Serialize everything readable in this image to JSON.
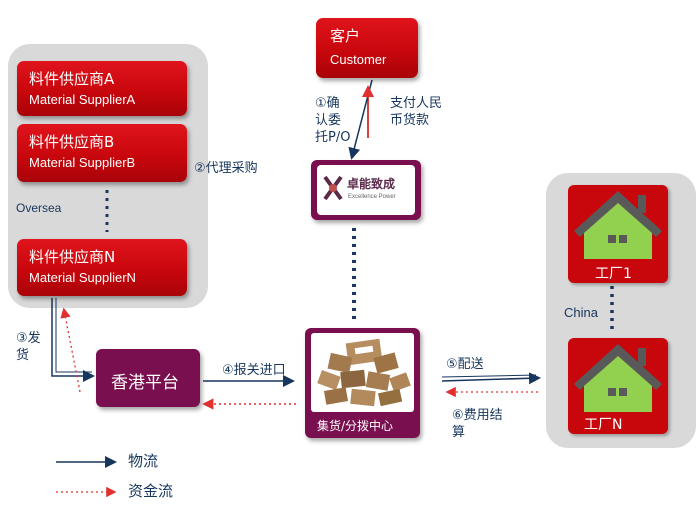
{
  "customer": {
    "cn": "客户",
    "en": "Customer"
  },
  "suppliers": [
    {
      "cn": "料件供应商A",
      "en": "Material SupplierA"
    },
    {
      "cn": "料件供应商B",
      "en": "Material SupplierB"
    },
    {
      "cn": "料件供应商N",
      "en": "Material SupplierN"
    }
  ],
  "oversea_label": "Oversea",
  "china_label": "China",
  "company_logo": {
    "cn": "卓能致成",
    "en": "Excellence Power"
  },
  "hk_platform": "香港平台",
  "distribution_center": "集货/分拨中心",
  "factories": [
    "工厂1",
    "工厂N"
  ],
  "steps": {
    "confirm_po": [
      "①确",
      "认委",
      "托P/O"
    ],
    "pay": [
      "支付人民",
      "币货款"
    ],
    "agent_purchase": "②代理采购",
    "ship": [
      "③发",
      "货"
    ],
    "customs": "④报关进口",
    "delivery": "⑤配送",
    "settle": [
      "⑥费用结",
      "算"
    ]
  },
  "legend": {
    "logistics": "物流",
    "capital": "资金流"
  },
  "colors": {
    "red": "#c8070d",
    "purple": "#7a0f4f",
    "navy": "#17365d",
    "panel": "#d9d9d9",
    "roof": "#595959",
    "house_green": "#92d050"
  }
}
